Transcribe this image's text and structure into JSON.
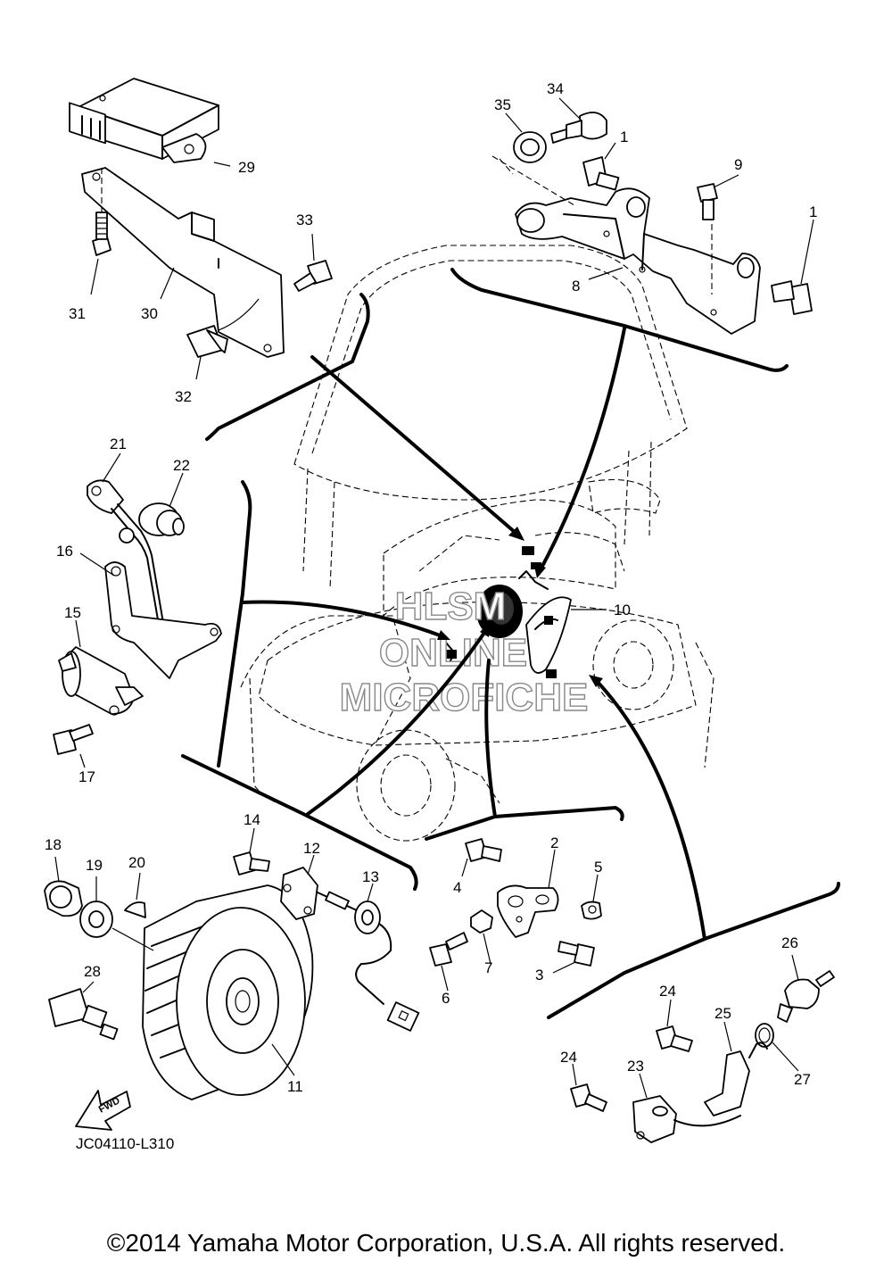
{
  "callouts": {
    "c1a": "1",
    "c1b": "1",
    "c2": "2",
    "c3": "3",
    "c4": "4",
    "c5": "5",
    "c6": "6",
    "c7": "7",
    "c8": "8",
    "c9": "9",
    "c10": "10",
    "c11": "11",
    "c12": "12",
    "c13": "13",
    "c14": "14",
    "c15": "15",
    "c16": "16",
    "c17": "17",
    "c18": "18",
    "c19": "19",
    "c20": "20",
    "c21": "21",
    "c22": "22",
    "c23": "23",
    "c24a": "24",
    "c24b": "24",
    "c25": "25",
    "c26": "26",
    "c27": "27",
    "c28": "28",
    "c29": "29",
    "c30": "30",
    "c31": "31",
    "c32": "32",
    "c33": "33",
    "c34": "34",
    "c35": "35"
  },
  "fwd_label": "FWD",
  "diagram_code": "JC04110-L310",
  "watermark": {
    "line1": "HLSM",
    "line2": "ONLINE",
    "line3": "MICROFICHE"
  },
  "copyright": "©2014 Yamaha Motor Corporation, U.S.A. All rights reserved."
}
